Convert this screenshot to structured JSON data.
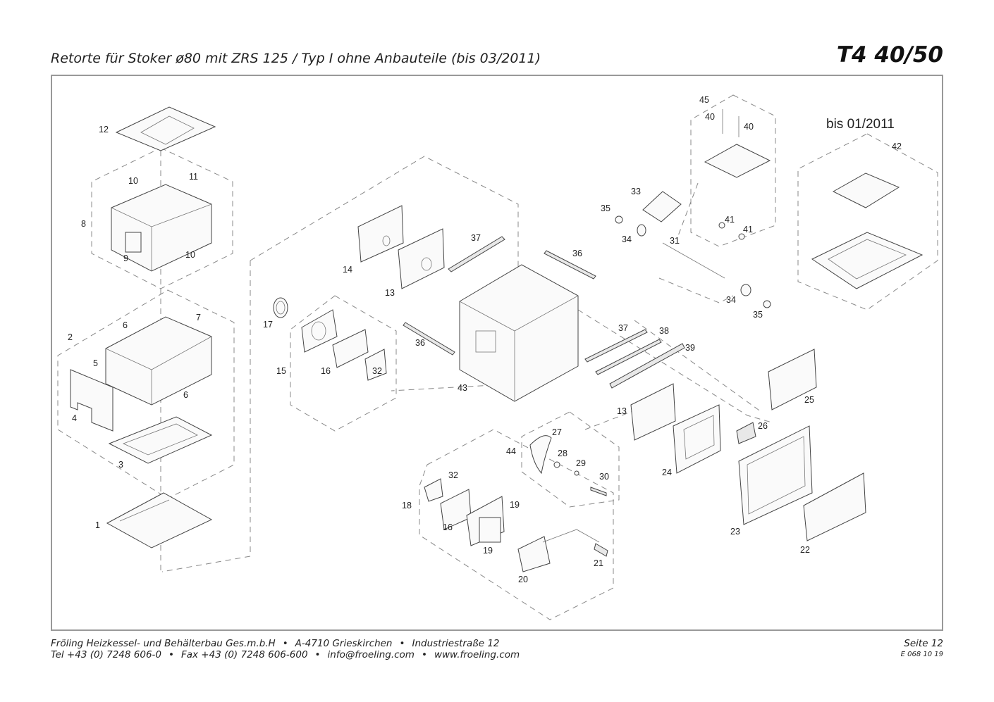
{
  "header": {
    "title": "Retorte für Stoker ø80 mit ZRS 125 / Typ I ohne Anbauteile (bis 03/2011)",
    "model": "T4 40/50"
  },
  "diagram": {
    "note": "bis 01/2011",
    "labels": [
      "1",
      "2",
      "3",
      "4",
      "5",
      "6",
      "6",
      "7",
      "8",
      "9",
      "10",
      "10",
      "11",
      "12",
      "13",
      "13",
      "14",
      "15",
      "16",
      "16",
      "17",
      "18",
      "19",
      "19",
      "20",
      "21",
      "22",
      "23",
      "24",
      "25",
      "26",
      "27",
      "28",
      "29",
      "30",
      "31",
      "32",
      "32",
      "33",
      "34",
      "34",
      "35",
      "35",
      "36",
      "36",
      "37",
      "37",
      "38",
      "39",
      "40",
      "40",
      "41",
      "41",
      "42",
      "43",
      "44",
      "45"
    ]
  },
  "footer": {
    "company": "Fröling Heizkessel- und Behälterbau Ges.m.b.H",
    "address": "A-4710 Grieskirchen",
    "street": "Industriestraße 12",
    "tel": "Tel +43 (0) 7248 606-0",
    "fax": "Fax +43 (0) 7248 606-600",
    "email": "info@froeling.com",
    "web": "www.froeling.com",
    "page": "Seite 12",
    "doc_code": "E 068 10 19",
    "bullet": "•"
  }
}
